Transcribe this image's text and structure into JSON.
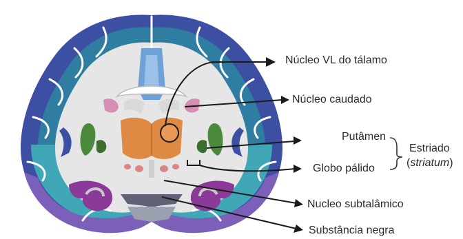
{
  "labels": {
    "vl_thalamus": "Núcleo VL do tálamo",
    "caudate": "Núcleo caudado",
    "putamen": "Putâmen",
    "globus_pallidus": "Globo pálido",
    "striatum": "Estriado",
    "striatum_open": "(",
    "striatum_latin": "striatum",
    "striatum_close": ")",
    "subthalamic": "Nucleo subtalâmico",
    "substantia_nigra": "Substância negra"
  },
  "colors": {
    "cortex_outer": "#3d4fa3",
    "cortex_mid": "#2f7ea1",
    "cortex_lower": "#3fa7b5",
    "cortex_bottom": "#7b5fb8",
    "temporal": "#8b3a9a",
    "white_matter": "#e4e4e4",
    "callosum": "#6fa1d6",
    "caudate": "#d58fb5",
    "thalamus": "#df8a44",
    "putamen": "#4b8a3c",
    "pallidus": "#3a6f2d",
    "subthalamic": "#d98585",
    "nigra": "#5f6275",
    "ventricle": "#dcdcdc",
    "arrow": "#1a1a1a"
  }
}
